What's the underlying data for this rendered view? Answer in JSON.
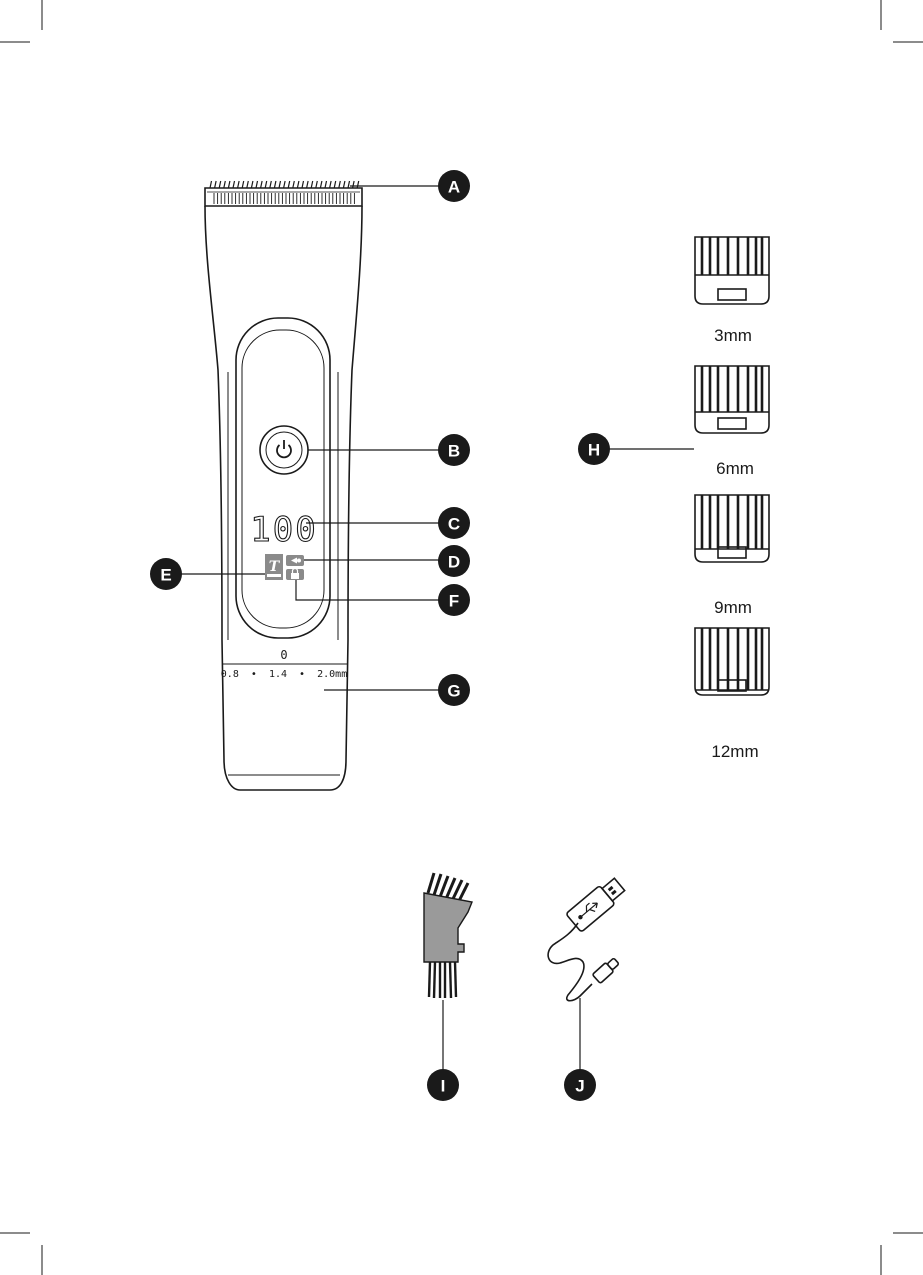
{
  "callouts": [
    "A",
    "B",
    "C",
    "D",
    "E",
    "F",
    "G",
    "H",
    "I",
    "J"
  ],
  "display": {
    "digits": "100"
  },
  "dial": {
    "value": "0",
    "scale": "0.8  •  1.4  •  2.0mm"
  },
  "combs": [
    {
      "label": "3mm"
    },
    {
      "label": "6mm"
    },
    {
      "label": "9mm"
    },
    {
      "label": "12mm"
    }
  ],
  "colors": {
    "ink": "#1a1a1a",
    "icon_fill": "#8a8a8a",
    "background": "#ffffff"
  }
}
